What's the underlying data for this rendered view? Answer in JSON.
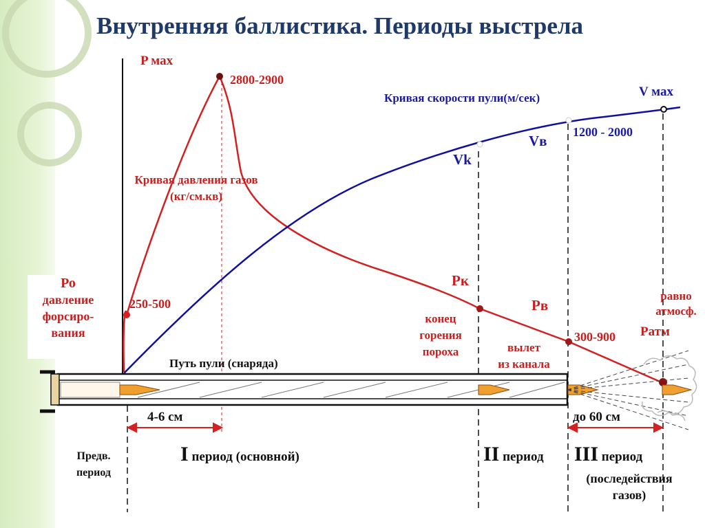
{
  "title": "Внутренняя баллистика. Периоды выстрела",
  "pressure_curve": {
    "max_label": "P мах",
    "max_value": "2800-2900",
    "name_line1": "Кривая давления газов",
    "name_line2": "(кг/см.кв)",
    "p0_value": "250-500",
    "pk_label": "Pк",
    "pv_label": "Pв",
    "pv_value": "300-900",
    "patm_label": "Pатм",
    "patm_note_line1": "равно",
    "patm_note_line2": "атмосф."
  },
  "velocity_curve": {
    "name": "Кривая скорости пули(м/сек)",
    "vmax_label": "V мах",
    "vk_label": "Vk",
    "vv_label": "Vв",
    "vv_value": "1200 - 2000"
  },
  "p0_box": {
    "line1": "Ро",
    "line2": "давление",
    "line3": "форсиро-",
    "line4": "вания"
  },
  "barrel": {
    "path_label": "Путь пули (снаряда)",
    "dist1": "4-6 см",
    "dist2": "до 60 см"
  },
  "events": {
    "burn_end_line1": "конец",
    "burn_end_line2": "горения",
    "burn_end_line3": "пороха",
    "exit_line1": "вылет",
    "exit_line2": "из канала"
  },
  "periods": {
    "pre_line1": "Предв.",
    "pre_line2": "период",
    "p1_num": "I",
    "p1_text": "период  (основной)",
    "p2_num": "II",
    "p2_text": "период",
    "p3_num": "III",
    "p3_text": "период",
    "p3_sub1": "(последействия",
    "p3_sub2": "газов)"
  },
  "colors": {
    "pressure": "#d42020",
    "velocity": "#1010a0",
    "title": "#1f3a68",
    "bullet": "#f0a030"
  }
}
